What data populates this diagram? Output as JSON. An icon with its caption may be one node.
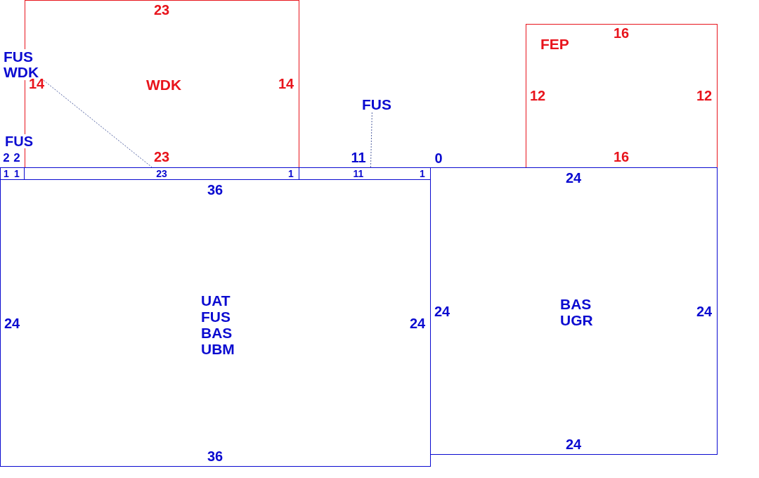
{
  "diagram": {
    "nodes": [
      {
        "text": [
          "WDK"
        ]
      },
      {
        "text": [
          "FEP"
        ]
      },
      {
        "text": [],
        "shape": "box"
      },
      {
        "text": [],
        "shape": "box"
      },
      {
        "text": [],
        "shape": "box"
      },
      {
        "text": [
          "UAT FUS BAS UBM"
        ]
      },
      {
        "text": [
          "BAS UGR"
        ]
      },
      {
        "text": [
          "FUS WDK"
        ]
      },
      {
        "text": [
          "FUS"
        ]
      }
    ],
    "edges": [
      {
        "from": 7,
        "to": 3,
        "arrow": "none",
        "style": "dashed"
      },
      {
        "from": 8,
        "to": 4,
        "arrow": "none",
        "style": "dashed"
      }
    ],
    "labels": [
      "23",
      "14",
      "14",
      "23",
      "16",
      "12",
      "12",
      "16",
      "FUS",
      "2",
      "2",
      "1",
      "1",
      "23",
      "1",
      "11",
      "11",
      "1",
      "0",
      "36",
      "24",
      "24",
      "36",
      "24",
      "24",
      "24",
      "24"
    ]
  }
}
